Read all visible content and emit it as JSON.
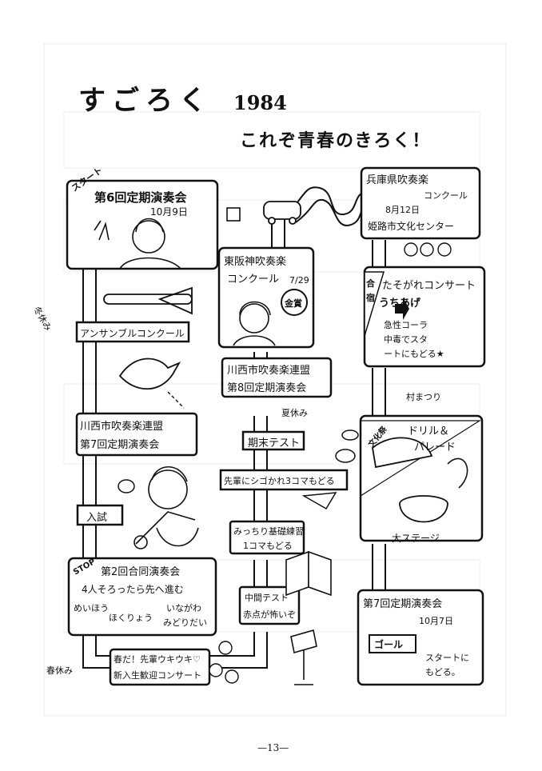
{
  "header": {
    "title": "すごろく",
    "year": "1984",
    "subtitle": "これぞ青春のきろく！"
  },
  "board": {
    "start_label": "スタート",
    "square_concert6_title": "第6回定期演奏会",
    "square_concert6_date": "10月9日",
    "winter_break": "冬休み",
    "ensemble": "アンサンブルコンクール",
    "kawanishi7_line1": "川西市吹奏楽連盟",
    "kawanishi7_line2": "第7回定期演奏会",
    "entrance_exam": "入試",
    "stop_label": "STOP",
    "joint_concert_title": "第2回合同演奏会",
    "joint_concert_line1": "4人そろったら先へ進む",
    "joint_concert_names": [
      "めいほう",
      "ほくりょう",
      "いながわ",
      "みどりだい"
    ],
    "spring_break": "春休み",
    "spring_line1": "春だ！先輩ウキウキ♡",
    "spring_line2": "新入生歓迎コンサート",
    "hanshin_title": "東阪神吹奏楽",
    "hanshin_sub": "コンクール",
    "hanshin_date": "7/29",
    "gold_prize": "金賞",
    "kawanishi8_line1": "川西市吹奏楽連盟",
    "kawanishi8_line2": "第8回定期演奏会",
    "summer_break": "夏休み",
    "final_exam": "期末テスト",
    "senpai_line": "先輩にシゴかれ3コマもどる",
    "practice_line1": "みっちり基礎練習",
    "practice_line2": "1コマもどる",
    "midterm_line1": "中間テスト",
    "midterm_line2": "赤点が怖いぞ",
    "hyogo_line1": "兵庫県吹奏楽",
    "hyogo_line2": "コンクール",
    "hyogo_date": "8月12日",
    "hyogo_place": "姫路市文化センター",
    "camp_label": "合宿",
    "twilight": "たそがれコンサート",
    "uchiage": "うちあげ",
    "uchiage_line1": "急性コーラ",
    "uchiage_line2": "中毒でスタ",
    "uchiage_line3": "ートにもどる★",
    "village_festival": "村まつり",
    "festival_label": "文化祭",
    "drill_line1": "ドリル＆",
    "drill_line2": "パレード",
    "big_stage": "大ステージ",
    "concert7_title": "第7回定期演奏会",
    "concert7_date": "10月7日",
    "goal_label": "ゴール",
    "goal_note_line1": "スタートに",
    "goal_note_line2": "もどる。"
  },
  "footer": {
    "page_number": "—13—"
  }
}
